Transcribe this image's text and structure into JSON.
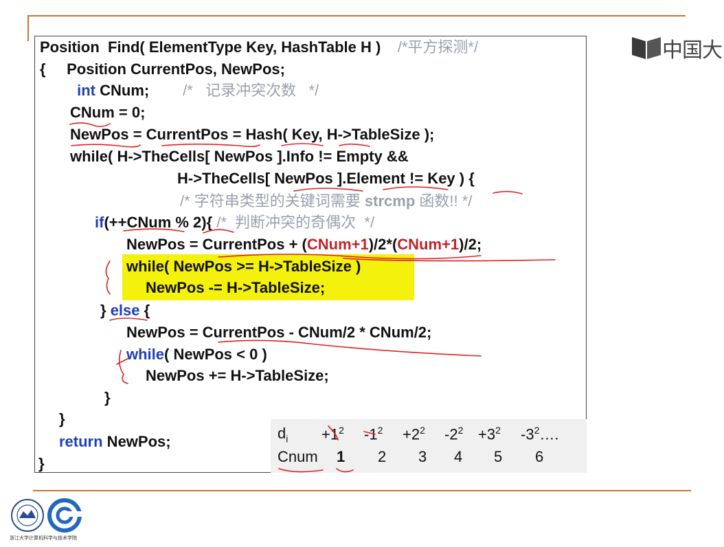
{
  "brand": {
    "logo_text": "中国大"
  },
  "code": {
    "lines": [
      [
        {
          "t": "Position  Find( ElementType Key, HashTable H )    "
        },
        {
          "t": "/*平方探测*/",
          "c": "cmt"
        }
      ],
      [
        {
          "t": "{     Position CurrentPos, NewPos;"
        }
      ],
      [
        {
          "t": " "
        },
        {
          "t": "int",
          "c": "kw"
        },
        {
          "t": " CNum;        "
        },
        {
          "t": "/*   记录冲突次数   */",
          "c": "cmt"
        }
      ],
      [
        {
          "t": "CNum = 0;"
        }
      ],
      [
        {
          "t": "NewPos = CurrentPos = Hash( Key, H->TableSize );"
        }
      ],
      [
        {
          "t": "while( H->TheCells[ NewPos ].Info != Empty &&"
        }
      ],
      [
        {
          "t": "H->TheCells[ NewPos ].Element != Key ) {"
        }
      ],
      [
        {
          "t": "/* 字符串类型的关键词需要 ",
          "c": "cmt"
        },
        {
          "t": "strcmp",
          "c": "cmt-b"
        },
        {
          "t": " 函数!! */",
          "c": "cmt"
        }
      ],
      [
        {
          "t": "if",
          "c": "kw"
        },
        {
          "t": "(++CNum % 2){ "
        },
        {
          "t": "/*  判断冲突的奇偶次  */",
          "c": "cmt"
        }
      ],
      [
        {
          "t": "NewPos = CurrentPos + ("
        },
        {
          "t": "CNum+1",
          "c": "red"
        },
        {
          "t": ")/2*("
        },
        {
          "t": "CNum+1",
          "c": "red"
        },
        {
          "t": ")/2;"
        }
      ],
      [
        {
          "t": "while( NewPos >= H->TableSize )"
        }
      ],
      [
        {
          "t": "NewPos -= H->TableSize;"
        }
      ],
      [
        {
          "t": "} "
        },
        {
          "t": "else",
          "c": "kw"
        },
        {
          "t": " {"
        }
      ],
      [
        {
          "t": "NewPos = CurrentPos - CNum/2 * CNum/2;"
        }
      ],
      [
        {
          "t": "while",
          "c": "kw"
        },
        {
          "t": "( NewPos < 0 )"
        }
      ],
      [
        {
          "t": "NewPos += H->TableSize;"
        }
      ],
      [
        {
          "t": "}"
        }
      ],
      [
        {
          "t": "}"
        }
      ],
      [
        {
          "t": "return",
          "c": "kw"
        },
        {
          "t": " NewPos;"
        }
      ],
      [
        {
          "t": "}"
        }
      ]
    ]
  },
  "table": {
    "row1_label": "d",
    "row1_label_sub": "i",
    "row1": [
      "+1",
      "-1",
      "+2",
      "-2",
      "+3",
      "-3"
    ],
    "row1_exp": "2",
    "row1_tail": "….",
    "row2_label": "Cnum",
    "row2": [
      "1",
      "2",
      "3",
      "4",
      "5",
      "6"
    ]
  },
  "colors": {
    "rule": "#c8742c",
    "highlight": "#f4f10c",
    "keyword": "#1f3fb5",
    "comment": "#9aa0ad",
    "emphasis": "#c0242a",
    "ink": "#e02020"
  },
  "emblem_caption": "浙江大学计算机科学与技术学院"
}
